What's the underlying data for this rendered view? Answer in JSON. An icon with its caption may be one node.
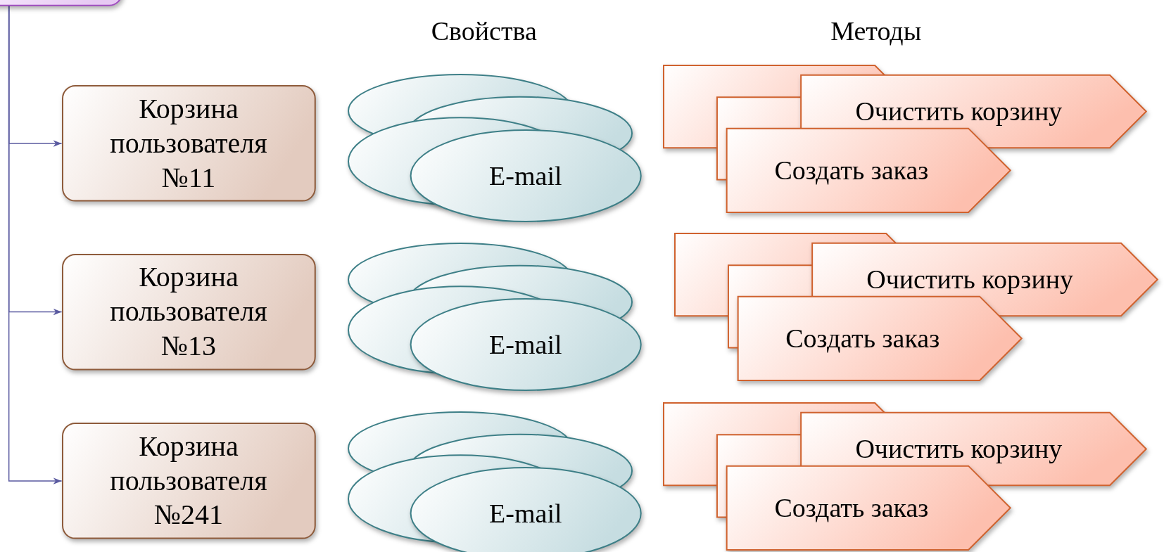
{
  "diagram": {
    "nodes": [
      {
        "text": [],
        "shape": "box"
      },
      {
        "text": [
          "Корзина пользователя №11"
        ]
      },
      {
        "text": [
          "E-mail"
        ]
      },
      {
        "text": [
          "Очистить корзину",
          "Создать заказ"
        ]
      },
      {
        "text": [
          "Корзина пользователя №13"
        ]
      },
      {
        "text": [
          "E-mail"
        ]
      },
      {
        "text": [
          "Очистить корзину",
          "Создать заказ"
        ]
      },
      {
        "text": [
          "Корзина пользователя №241"
        ]
      },
      {
        "text": [
          "E-mail"
        ]
      },
      {
        "text": [
          "Очистить корзину",
          "Создать заказ"
        ]
      }
    ],
    "edges": [
      {
        "from": 0,
        "to": 1,
        "arrow": "to"
      },
      {
        "from": 0,
        "to": 4,
        "arrow": "to"
      },
      {
        "from": 0,
        "to": 7,
        "arrow": "to"
      }
    ],
    "labels": [
      "Свойства",
      "Методы"
    ]
  }
}
